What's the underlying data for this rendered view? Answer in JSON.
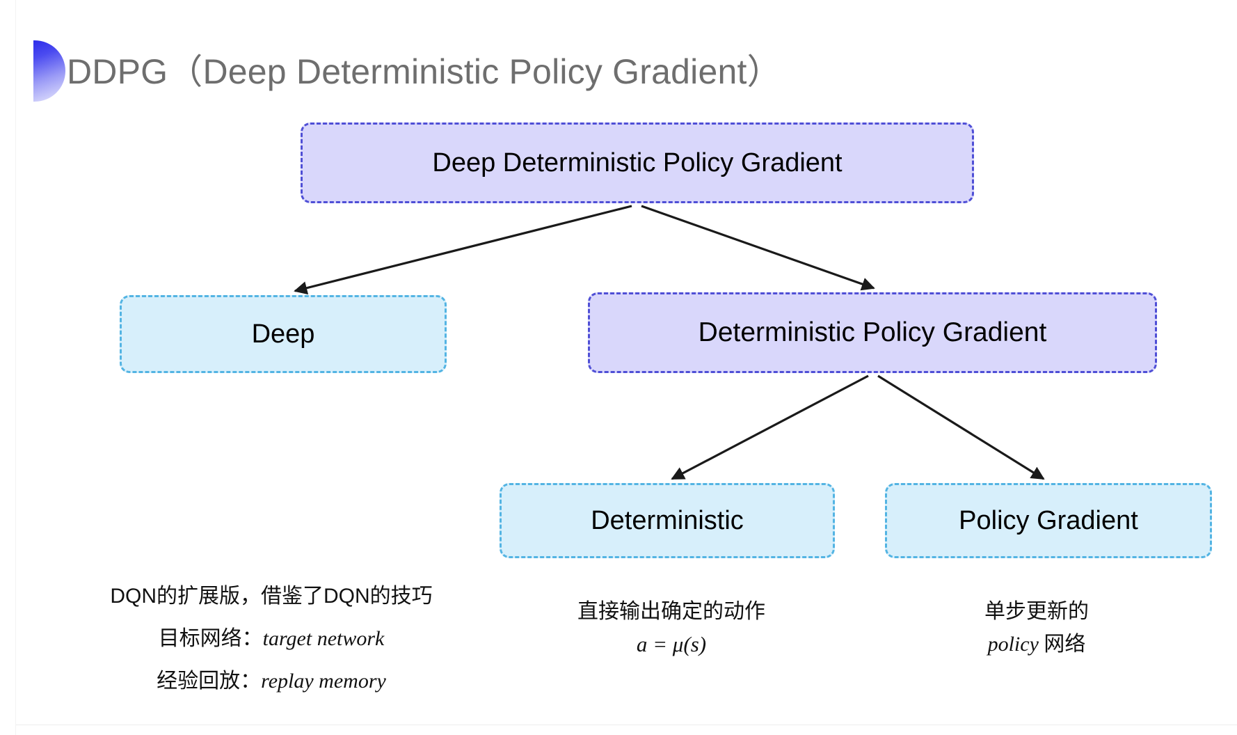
{
  "slide": {
    "title": "DDPG（Deep Deterministic Policy Gradient）",
    "background_color": "#ffffff",
    "title_color": "#6e6e6e",
    "decoration": "blue-gradient-semicircle"
  },
  "colors": {
    "purple_fill": "#d9d7fb",
    "purple_border": "#4f4fd6",
    "blue_fill": "#d7effb",
    "blue_border": "#53b4e3",
    "arrow": "#1a1a1a",
    "text": "#111111"
  },
  "diagram": {
    "type": "tree",
    "nodes": [
      {
        "id": "root",
        "label": "Deep Deterministic Policy Gradient",
        "style": "purple"
      },
      {
        "id": "deep",
        "label": "Deep",
        "style": "blue"
      },
      {
        "id": "dpg",
        "label": "Deterministic Policy Gradient",
        "style": "purple"
      },
      {
        "id": "det",
        "label": "Deterministic",
        "style": "blue"
      },
      {
        "id": "pg",
        "label": "Policy Gradient",
        "style": "blue"
      }
    ],
    "edges": [
      {
        "from": "root",
        "to": "deep"
      },
      {
        "from": "root",
        "to": "dpg"
      },
      {
        "from": "dpg",
        "to": "det"
      },
      {
        "from": "dpg",
        "to": "pg"
      }
    ]
  },
  "annotations": {
    "left": {
      "line1": "DQN的扩展版，借鉴了DQN的技巧",
      "line2_label": "目标网络：",
      "line2_term": "target network",
      "line3_label": "经验回放：",
      "line3_term": "replay memory"
    },
    "middle": {
      "line1": "直接输出确定的动作",
      "formula": "a = μ(s)"
    },
    "right": {
      "line1": "单步更新的",
      "line2_term": "policy",
      "line2_suffix": "网络"
    }
  }
}
